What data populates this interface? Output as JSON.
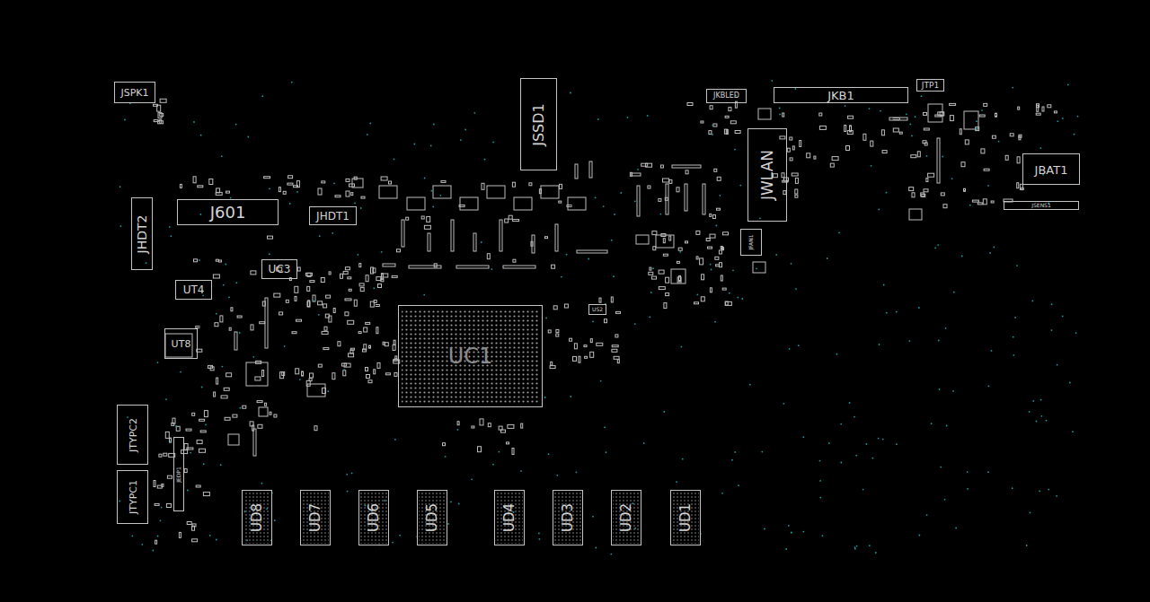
{
  "diagram": {
    "nodes": [
      {
        "text": [
          "JSPK1"
        ]
      },
      {
        "text": [
          "JSSD1"
        ]
      },
      {
        "text": [
          "JKBLED"
        ]
      },
      {
        "text": [
          "JKB1"
        ]
      },
      {
        "text": [
          "JTP1"
        ]
      },
      {
        "text": [
          "JWLAN"
        ]
      },
      {
        "text": [
          "JBAT1"
        ]
      },
      {
        "text": [
          "JSENS1"
        ]
      },
      {
        "text": [
          "JHDT2"
        ]
      },
      {
        "text": [
          "J601"
        ]
      },
      {
        "text": [
          "JHDT1"
        ]
      },
      {
        "text": [
          "JFAN1"
        ]
      },
      {
        "text": [
          "UC3"
        ]
      },
      {
        "text": [
          "UT4"
        ]
      },
      {
        "text": [
          "US2"
        ]
      },
      {
        "text": [
          "UC1"
        ]
      },
      {
        "text": [
          "UT8"
        ]
      },
      {
        "text": [
          "JTYPC2"
        ]
      },
      {
        "text": [
          "JEDP1"
        ]
      },
      {
        "text": [
          "JTYPC1"
        ]
      },
      {
        "text": [
          "UD8"
        ]
      },
      {
        "text": [
          "UD7"
        ]
      },
      {
        "text": [
          "UD6"
        ]
      },
      {
        "text": [
          "UD5"
        ]
      },
      {
        "text": [
          "UD4"
        ]
      },
      {
        "text": [
          "UD3"
        ]
      },
      {
        "text": [
          "UD2"
        ]
      },
      {
        "text": [
          "UD1"
        ]
      }
    ]
  }
}
